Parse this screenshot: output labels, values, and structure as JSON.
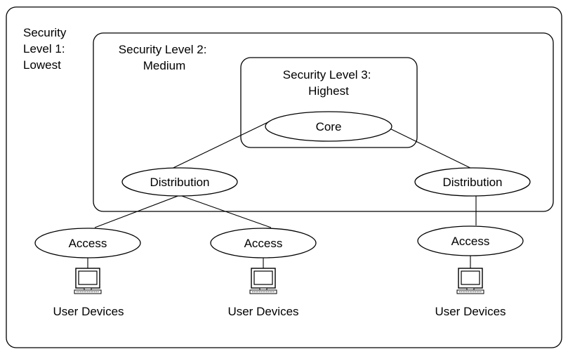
{
  "zones": {
    "level1": {
      "lines": [
        "Security",
        "Level 1:",
        "Lowest"
      ]
    },
    "level2": {
      "lines": [
        "Security Level 2:",
        "Medium"
      ]
    },
    "level3": {
      "lines": [
        "Security Level 3:",
        "Highest"
      ]
    }
  },
  "nodes": {
    "core": "Core",
    "distribution_left": "Distribution",
    "distribution_right": "Distribution",
    "access_1": "Access",
    "access_2": "Access",
    "access_3": "Access"
  },
  "devices": [
    {
      "label": "User Devices",
      "icon": "computer-icon"
    },
    {
      "label": "User Devices",
      "icon": "computer-icon"
    },
    {
      "label": "User Devices",
      "icon": "computer-icon"
    }
  ]
}
